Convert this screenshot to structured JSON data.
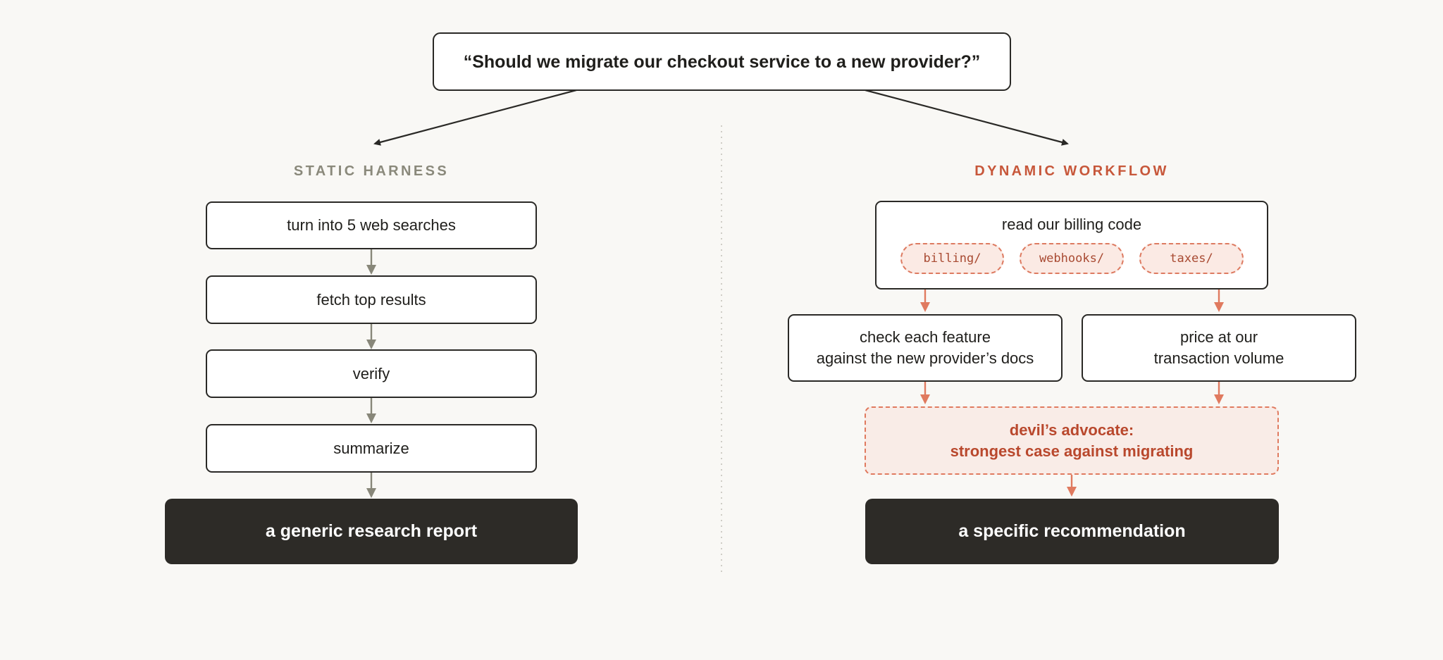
{
  "question": "“Should we migrate our checkout service to a new provider?”",
  "static": {
    "heading": "STATIC HARNESS",
    "steps": [
      "turn into 5 web searches",
      "fetch top results",
      "verify",
      "summarize"
    ],
    "result": "a generic research report"
  },
  "dynamic": {
    "heading": "DYNAMIC WORKFLOW",
    "read_step": {
      "label": "read our billing code",
      "dirs": [
        "billing/",
        "webhooks/",
        "taxes/"
      ]
    },
    "check_step": {
      "line1": "check each feature",
      "line2": "against the new provider’s docs"
    },
    "price_step": {
      "line1": "price at our",
      "line2": "transaction volume"
    },
    "advocate": {
      "line1": "devil’s advocate:",
      "line2": "strongest case against migrating"
    },
    "result": "a specific recommendation"
  },
  "colors": {
    "background": "#f9f8f5",
    "static_accent": "#8a897b",
    "dynamic_accent": "#c7573a",
    "dynamic_arrow": "#e07a5f",
    "dark_box": "#2d2b27"
  }
}
